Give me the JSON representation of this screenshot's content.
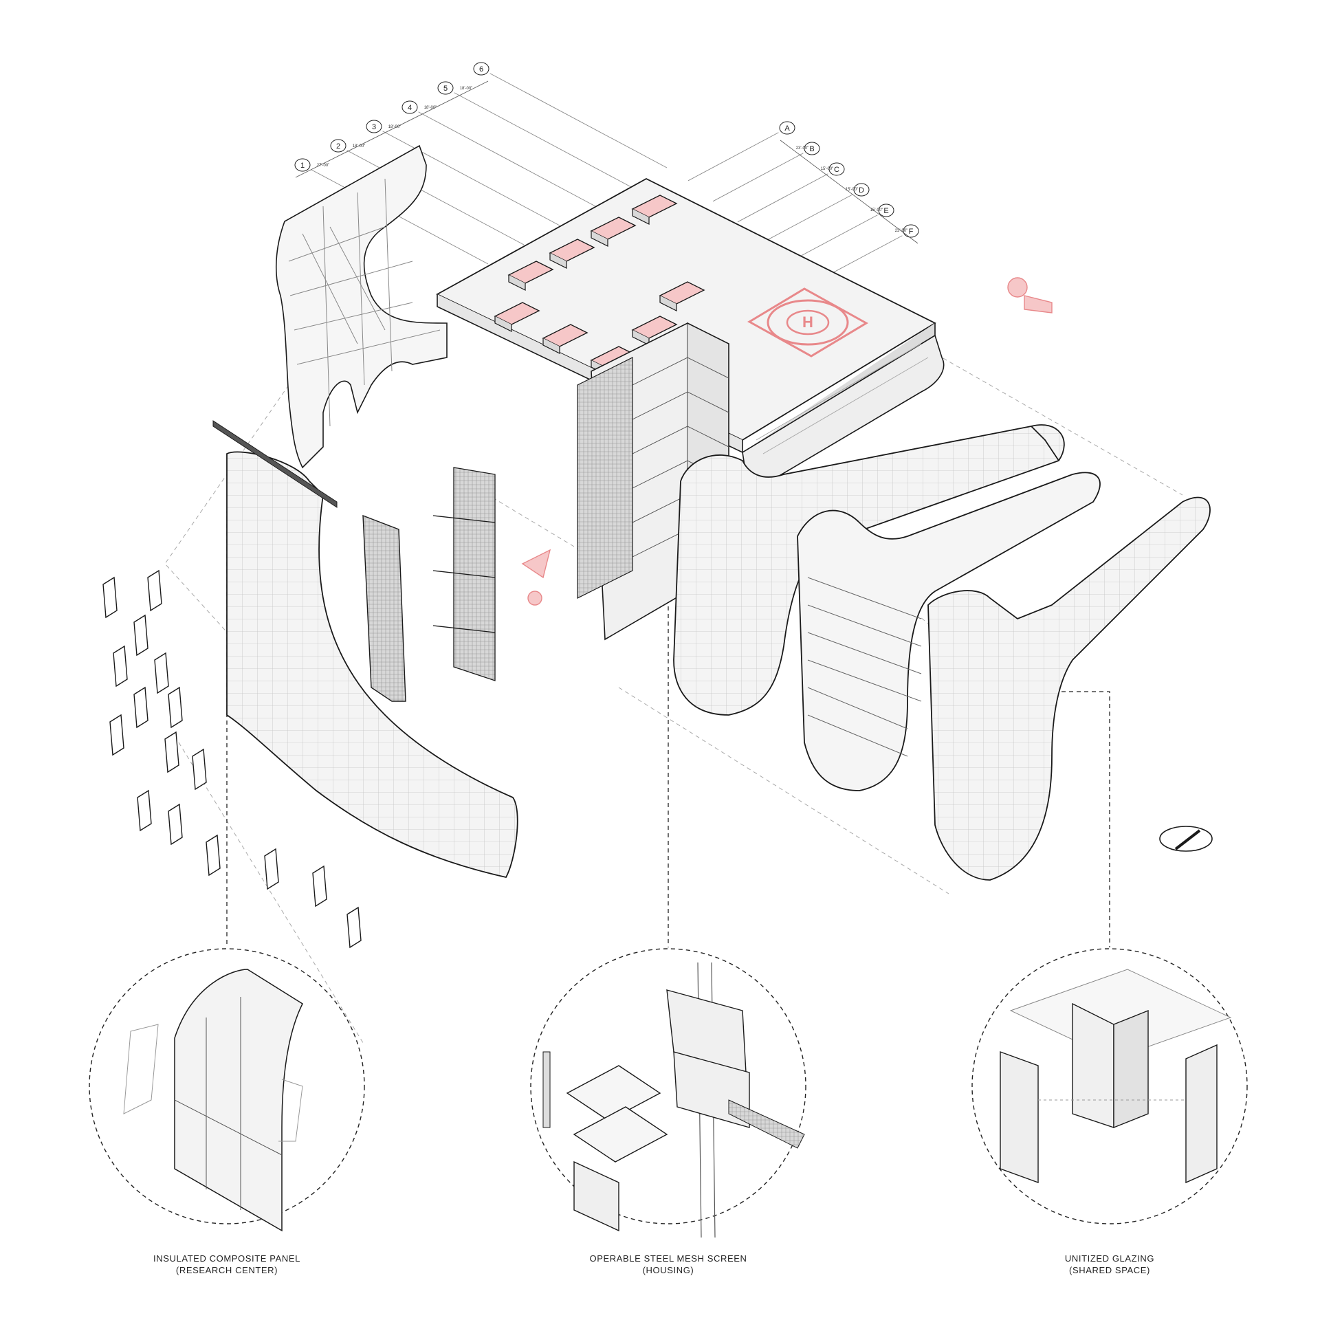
{
  "grid": {
    "numbered": [
      {
        "label": "1",
        "dim": ""
      },
      {
        "label": "2",
        "dim": "27'-00\""
      },
      {
        "label": "3",
        "dim": "18'-00\""
      },
      {
        "label": "4",
        "dim": "18'-00\""
      },
      {
        "label": "5",
        "dim": "18'-00\""
      },
      {
        "label": "6",
        "dim": "18'-00\""
      }
    ],
    "lettered": [
      {
        "label": "A",
        "dim": ""
      },
      {
        "label": "B",
        "dim": "23'-00\""
      },
      {
        "label": "C",
        "dim": "15'-00\""
      },
      {
        "label": "D",
        "dim": "15'-00\""
      },
      {
        "label": "E",
        "dim": "15'-00\""
      },
      {
        "label": "F",
        "dim": "23'-00\""
      }
    ]
  },
  "helipad_symbol": "H",
  "details": [
    {
      "title": "INSULATED COMPOSITE PANEL",
      "subtitle": "(RESEARCH CENTER)"
    },
    {
      "title": "OPERABLE STEEL MESH SCREEN",
      "subtitle": "(HOUSING)"
    },
    {
      "title": "UNITIZED GLAZING",
      "subtitle": "(SHARED SPACE)"
    }
  ],
  "colors": {
    "line": "#1a1a1a",
    "thin_line": "#777777",
    "guide": "#9a9a9a",
    "accent_red": "#e8888a",
    "accent_fill": "#f6c7c8",
    "panel_fill": "#f2f2f2",
    "background": "#ffffff"
  },
  "north_arrow": "north-arrow-icon"
}
